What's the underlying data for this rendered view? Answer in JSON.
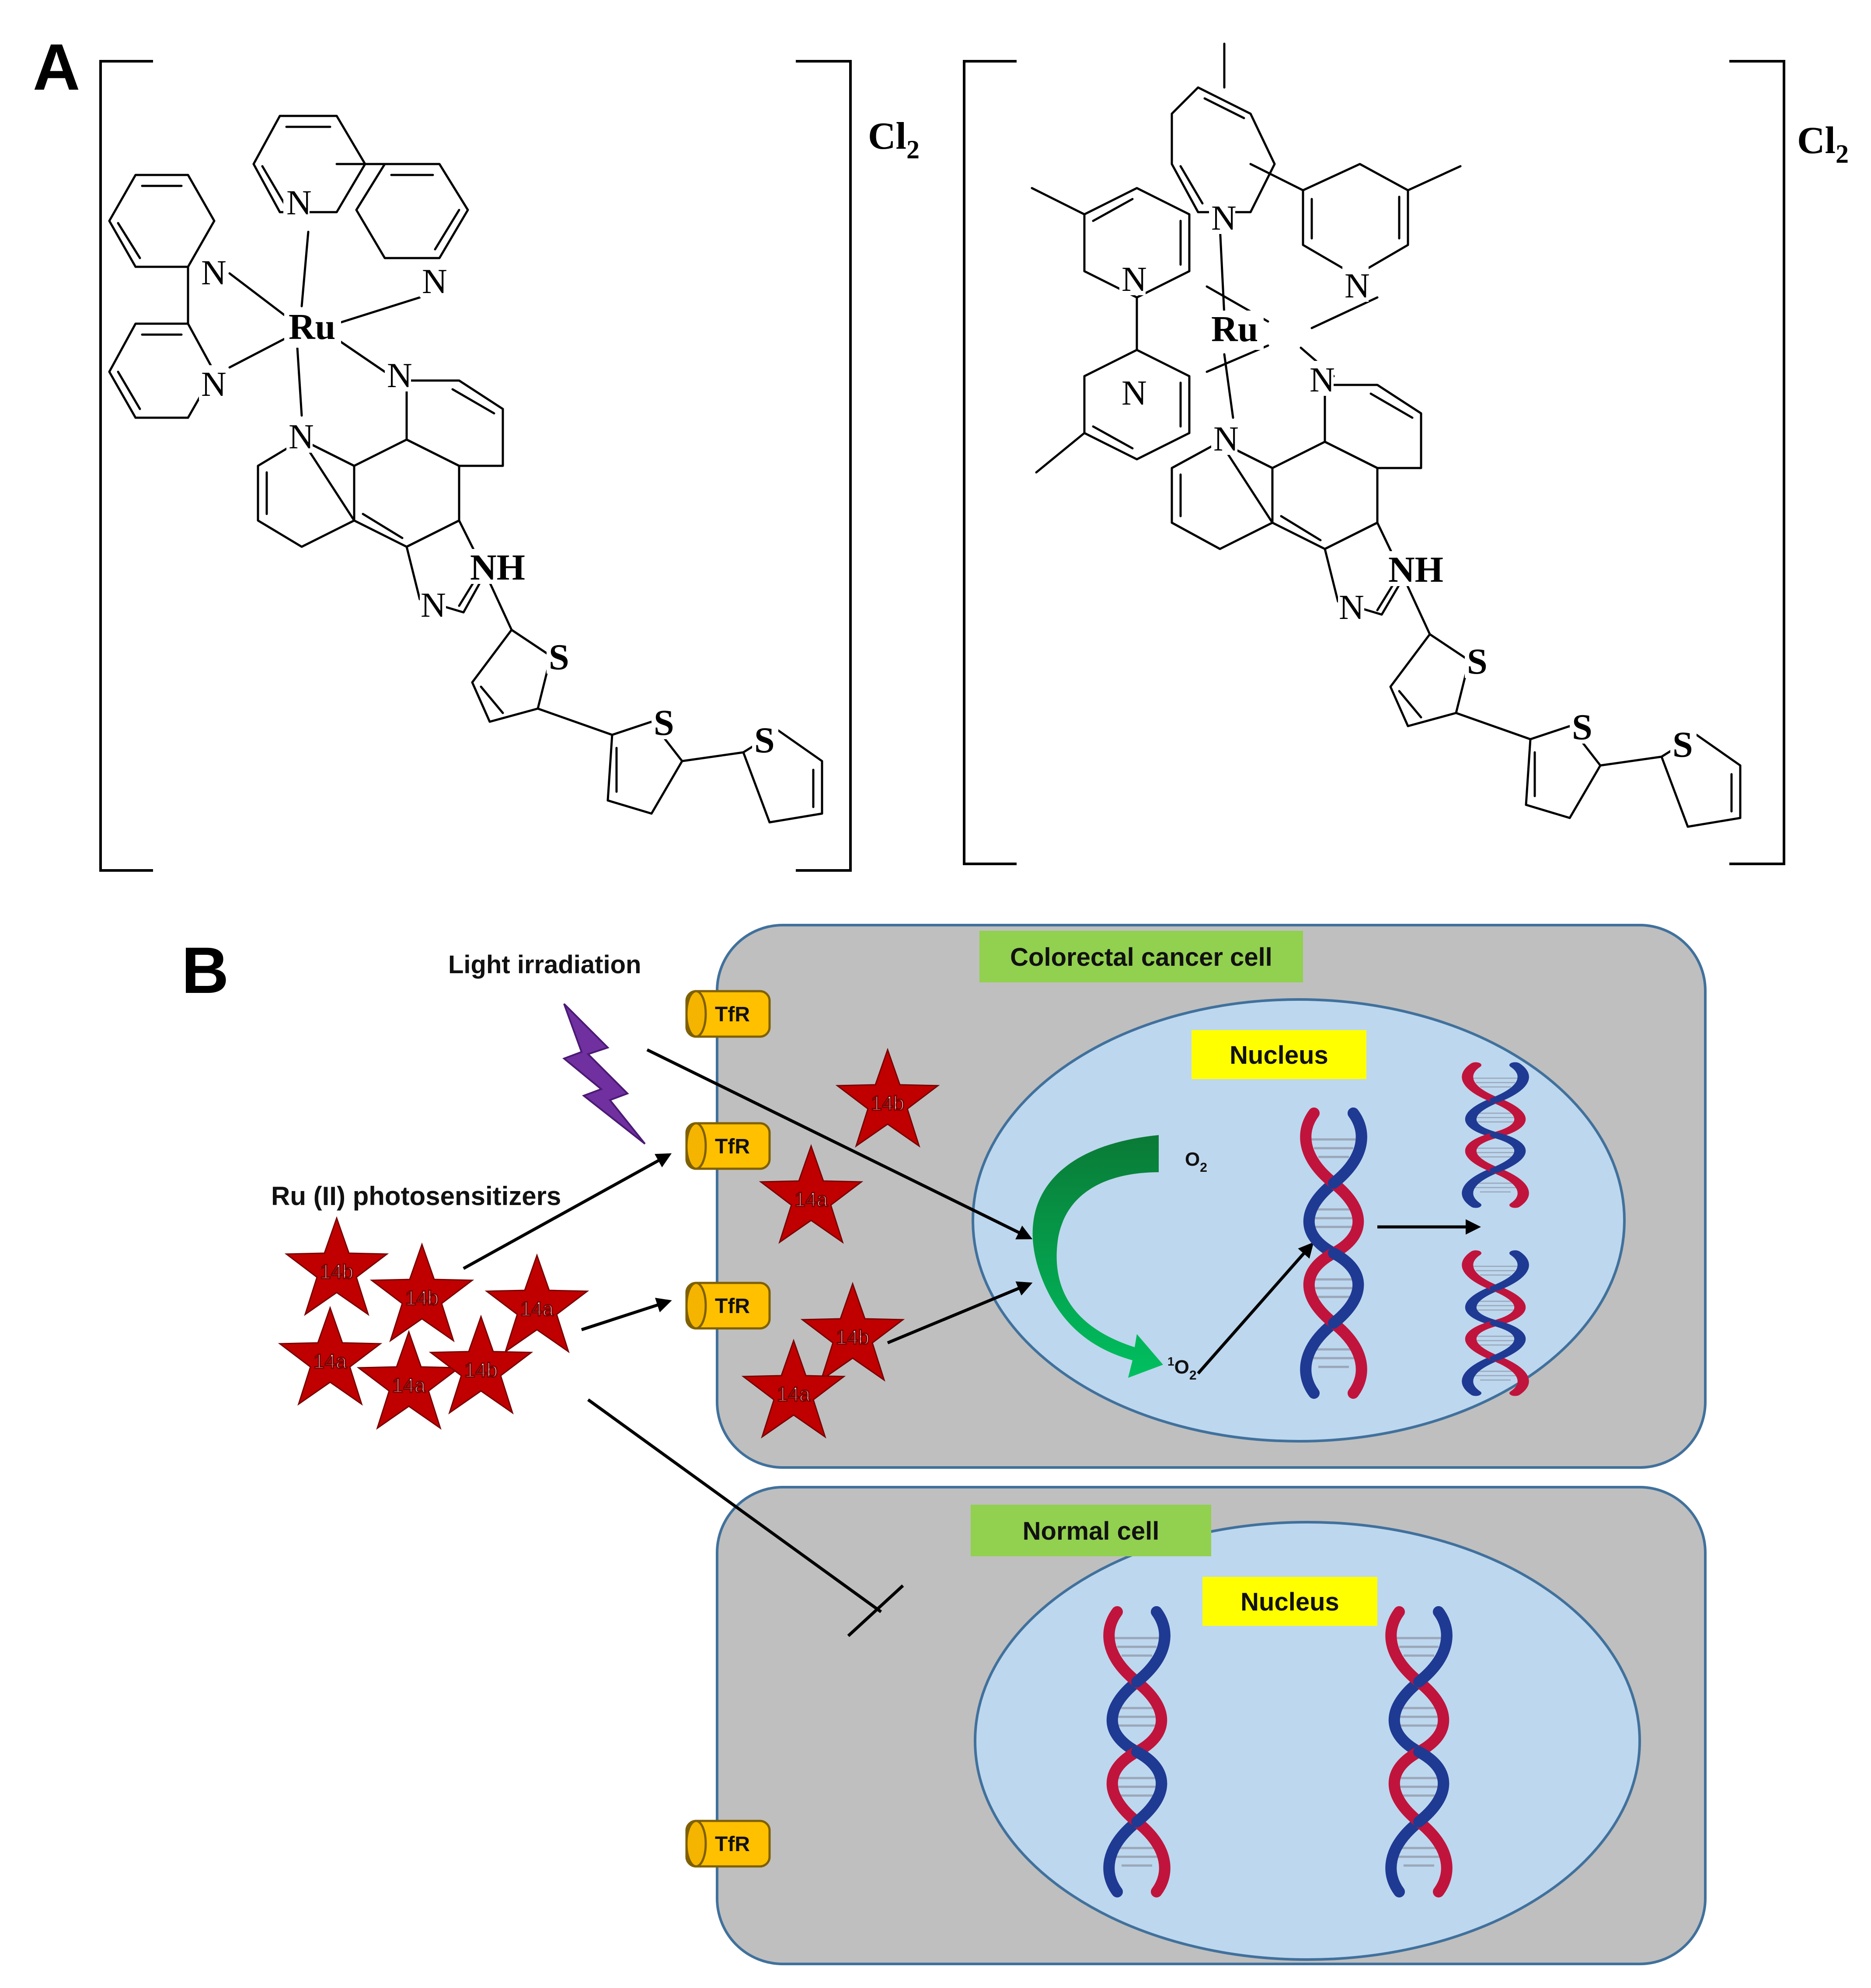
{
  "panels": {
    "a": "A",
    "b": "B"
  },
  "structures": {
    "counterion_main": "Cl",
    "counterion_sub": "2",
    "metal": "Ru",
    "nitrogen": "N",
    "nh": "NH",
    "sulfur": "S"
  },
  "scheme": {
    "light_label": "Light irradiation",
    "photosensitizers_label": "Ru (II) photosensitizers",
    "cancer_cell_label": "Colorectal cancer cell",
    "normal_cell_label": "Normal cell",
    "nucleus_label": "Nucleus",
    "receptor_label": "TfR",
    "oxygen": "O",
    "oxygen_sub": "2",
    "singlet_sup": "1",
    "compound_a": "14a",
    "compound_b": "14b"
  },
  "colors": {
    "cell_fill": "#bfbfbf",
    "cell_border": "#41719c",
    "nucleus_fill": "#bdd7ee",
    "label_green": "#92d050",
    "label_yellow": "#ffff00",
    "star_red": "#c00000",
    "receptor_orange": "#ffc000",
    "lightning_purple": "#7030a0",
    "arrow_green": "#00b050",
    "dna_blue": "#1f3a93",
    "dna_red": "#c0143c"
  }
}
